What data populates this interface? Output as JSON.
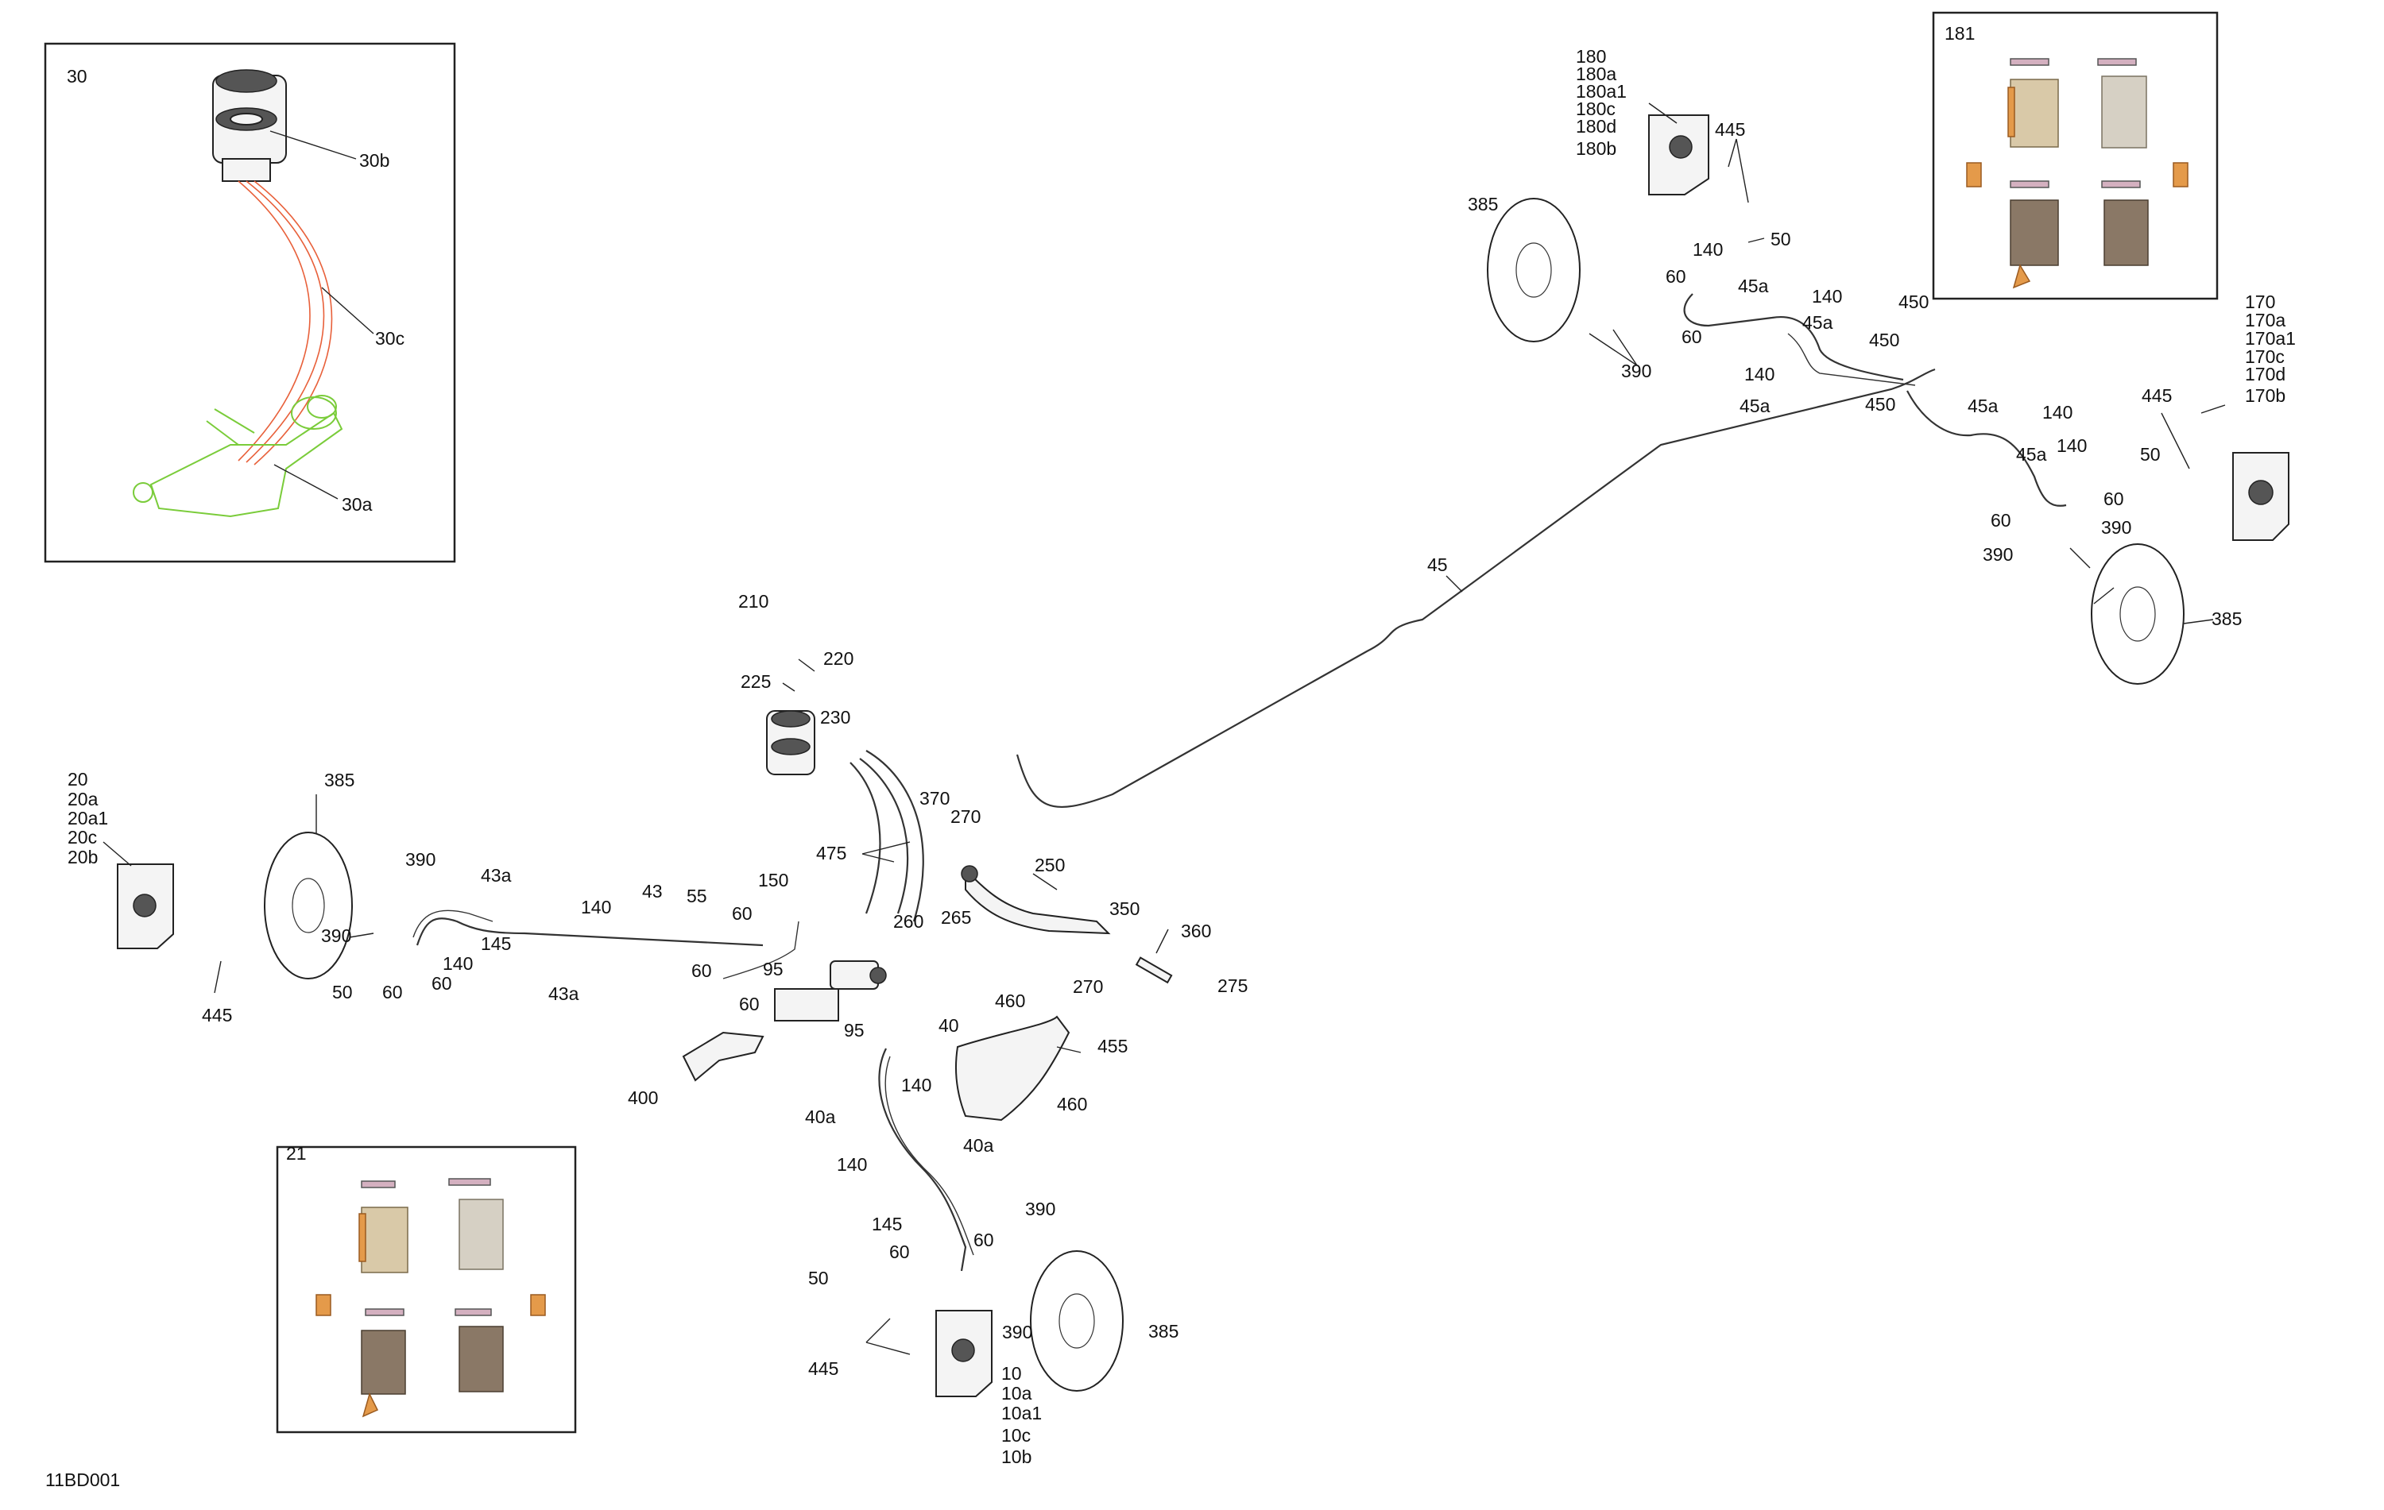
{
  "diagram_id": "11BD001",
  "insets": {
    "master_cylinder": {
      "title": "30",
      "labels": [
        "30b",
        "30c",
        "30a"
      ]
    },
    "front_pads": {
      "title": "21"
    },
    "rear_pads": {
      "title": "181"
    }
  },
  "callouts": {
    "rr_caliper": [
      "180",
      "180a",
      "180a1",
      "180c",
      "180d",
      "180b"
    ],
    "rl_caliper": [
      "170",
      "170a",
      "170a1",
      "170c",
      "170d",
      "170b"
    ],
    "fl_caliper": [
      "20",
      "20a",
      "20a1",
      "20c",
      "20b"
    ],
    "fr_caliper": [
      "10",
      "10a",
      "10a1",
      "10c",
      "10b"
    ]
  },
  "labels": {
    "l445a": "445",
    "l385a": "385",
    "l50a": "50",
    "l140a": "140",
    "l60a": "60",
    "l45a_a": "45a",
    "l140b": "140",
    "l45a_b": "45a",
    "l60b": "60",
    "l390a": "390",
    "l450a": "450",
    "l450b": "450",
    "l140c": "140",
    "l45a_c": "45a",
    "l450c": "450",
    "l45a_d": "45a",
    "l140d": "140",
    "l445b": "445",
    "l45a_e": "45a",
    "l140e": "140",
    "l50b": "50",
    "l60c": "60",
    "l60d": "60",
    "l390b": "390",
    "l390c": "390",
    "l385b": "385",
    "l45": "45",
    "l210": "210",
    "l220": "220",
    "l225": "225",
    "l230": "230",
    "l385c": "385",
    "l390d": "390",
    "l43a_a": "43a",
    "l140f": "140",
    "l43": "43",
    "l55": "55",
    "l150": "150",
    "l60e": "60",
    "l60f": "60",
    "l390e": "390",
    "l145a": "145",
    "l140g": "140",
    "l50c": "50",
    "l60g": "60",
    "l60h": "60",
    "l43a_b": "43a",
    "l445c": "445",
    "l475": "475",
    "l370": "370",
    "l270a": "270",
    "l250": "250",
    "l260": "260",
    "l265": "265",
    "l350": "350",
    "l360": "360",
    "l270b": "270",
    "l275": "275",
    "l95a": "95",
    "l60i": "60",
    "l95b": "95",
    "l400": "400",
    "l40": "40",
    "l460a": "460",
    "l455": "455",
    "l140h": "140",
    "l460b": "460",
    "l40a_a": "40a",
    "l40a_b": "40a",
    "l140i": "140",
    "l390f": "390",
    "l145b": "145",
    "l60j": "60",
    "l60k": "60",
    "l50d": "50",
    "l390g": "390",
    "l385d": "385",
    "l445d": "445"
  },
  "colors": {
    "line": "#222222",
    "reservoir_line": "#e8603a",
    "master_cylinder": "#7acc3a",
    "pad_tan": "#d9c9a8",
    "pad_brown": "#8a7866",
    "pad_orange": "#e49a4a"
  }
}
